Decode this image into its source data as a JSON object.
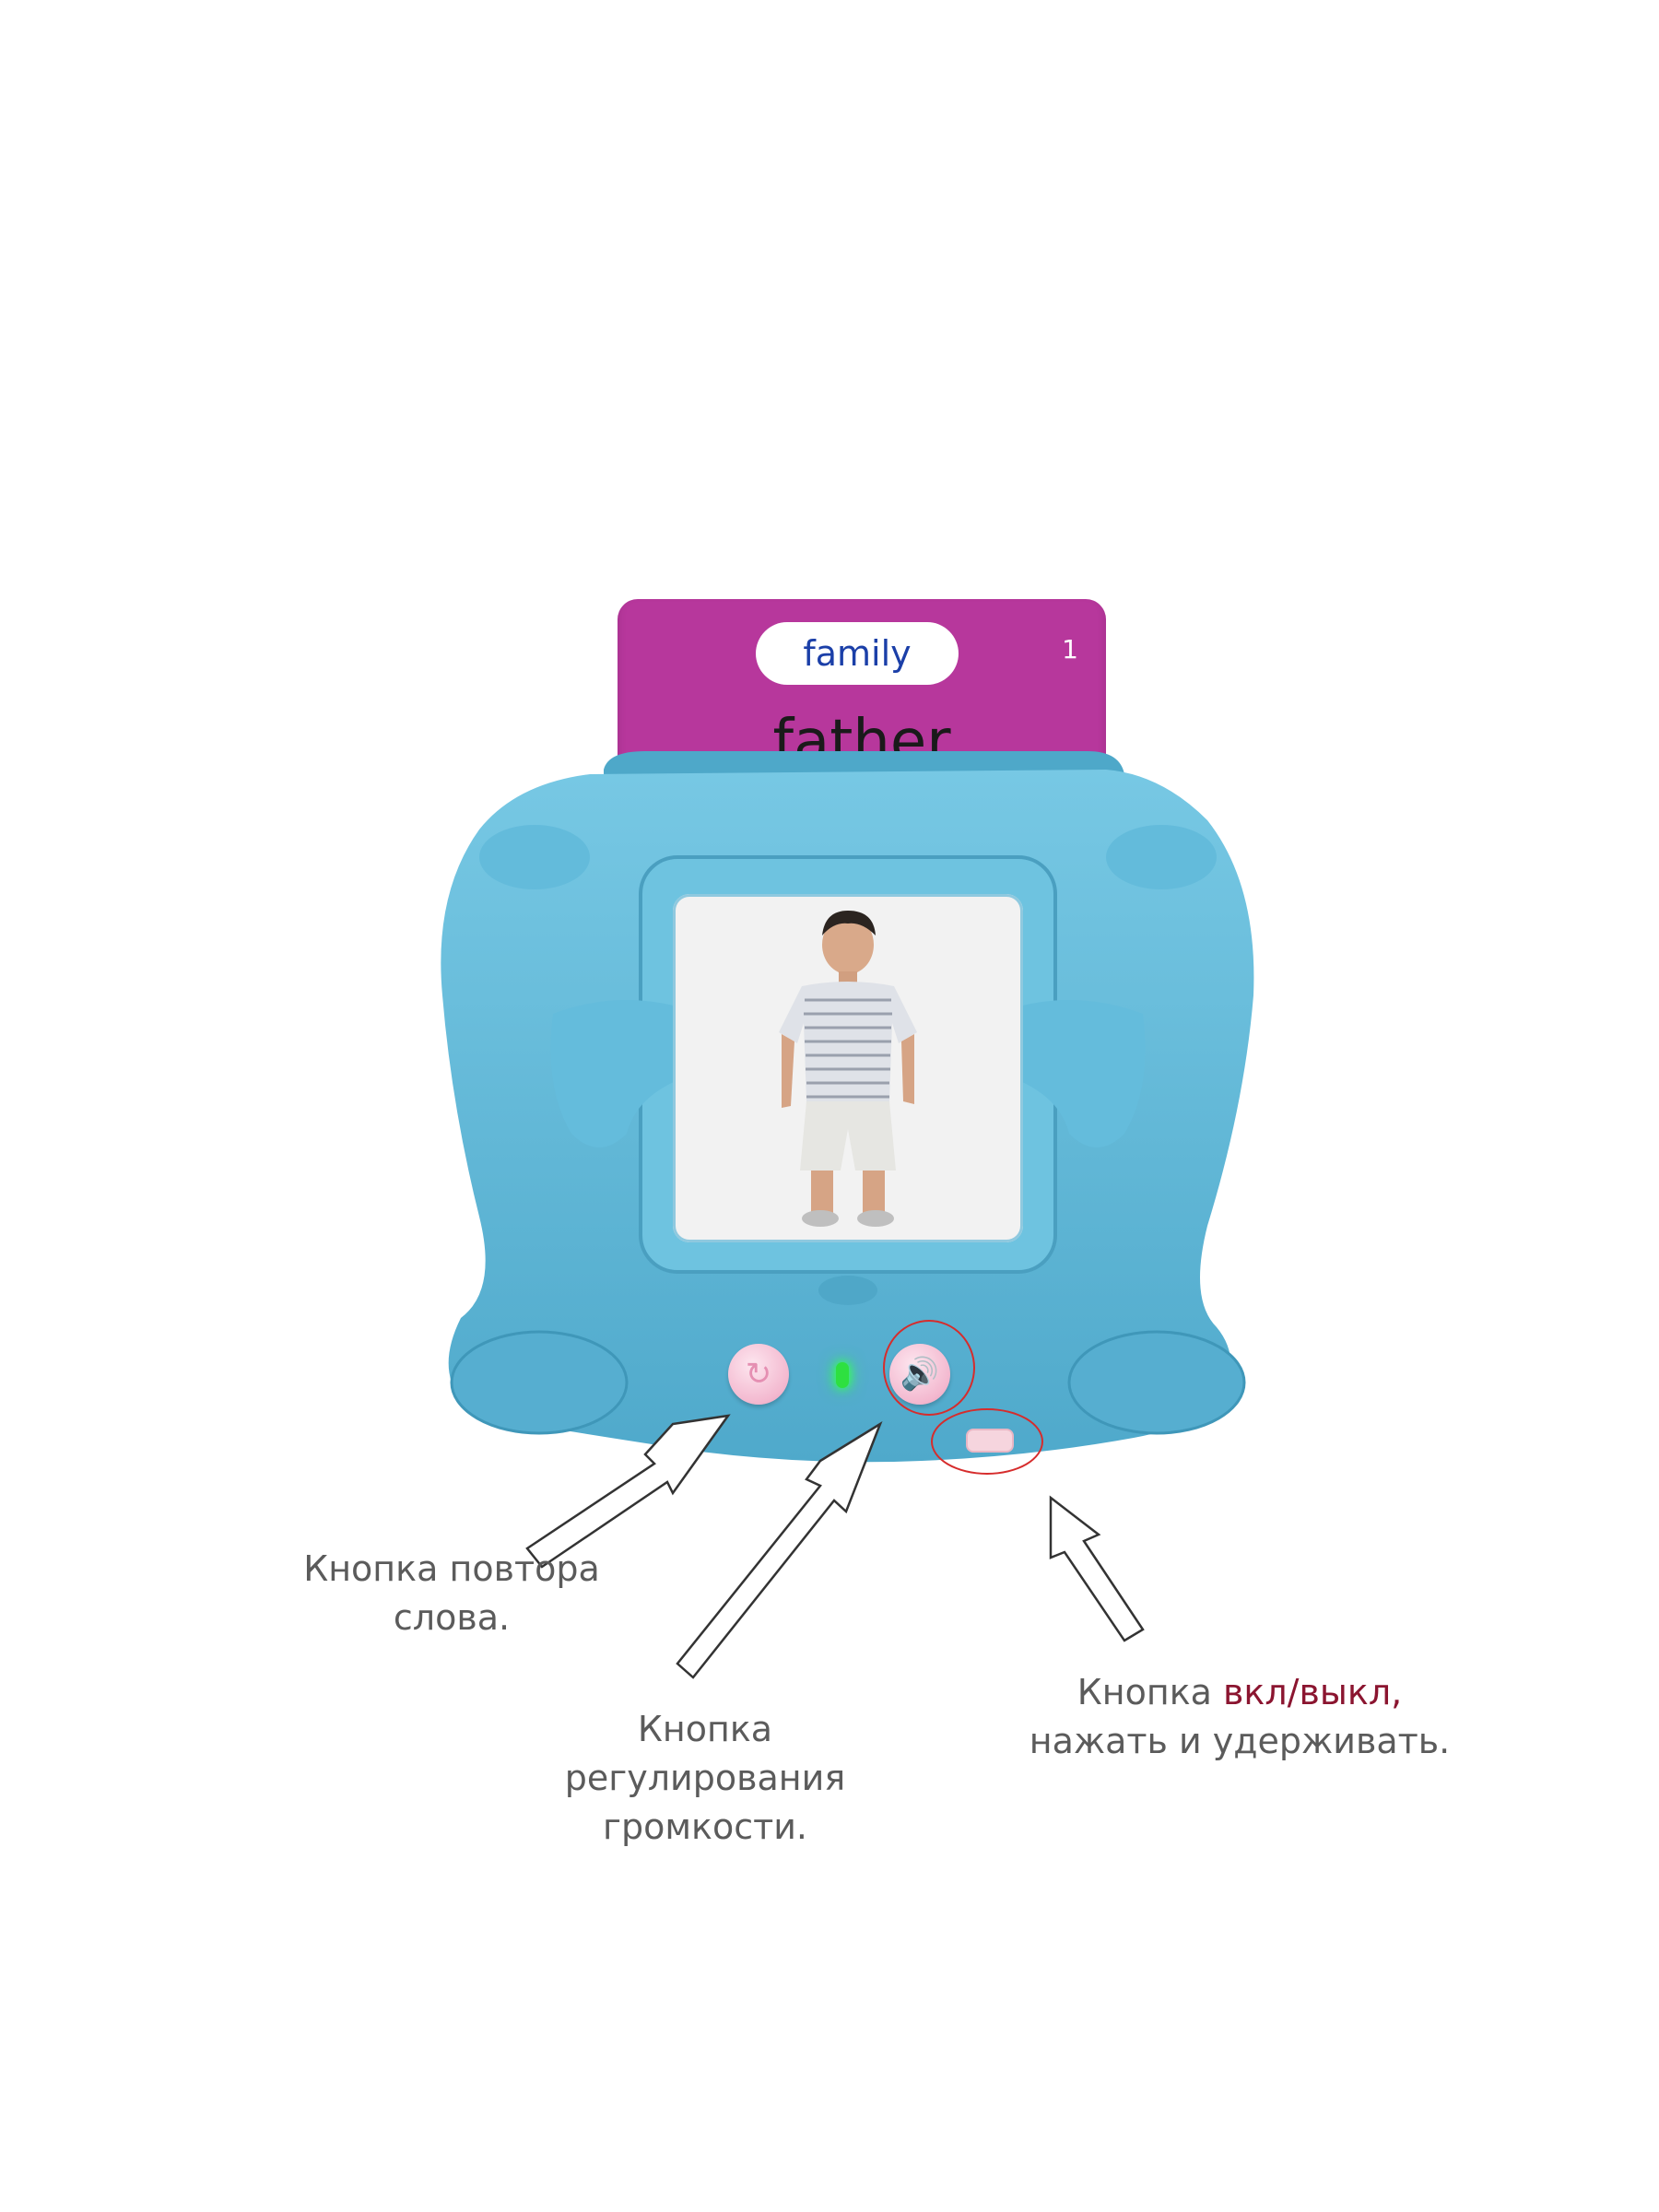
{
  "card": {
    "category": "family",
    "number": "1",
    "word": "father",
    "color": "#b7379c"
  },
  "device": {
    "body_color": "#5fb9d8",
    "led_color": "#2ee040"
  },
  "icons": {
    "repeat": "refresh-icon",
    "volume": "speaker-icon"
  },
  "labels": {
    "repeat": {
      "line1": "Кнопка повтора",
      "line2": "слова."
    },
    "volume": {
      "line1": "Кнопка",
      "line2": "регулирования",
      "line3": "громкости."
    },
    "power": {
      "prefix": "Кнопка ",
      "accent": "вкл/выкл,",
      "line2": "нажать и удерживать."
    }
  }
}
